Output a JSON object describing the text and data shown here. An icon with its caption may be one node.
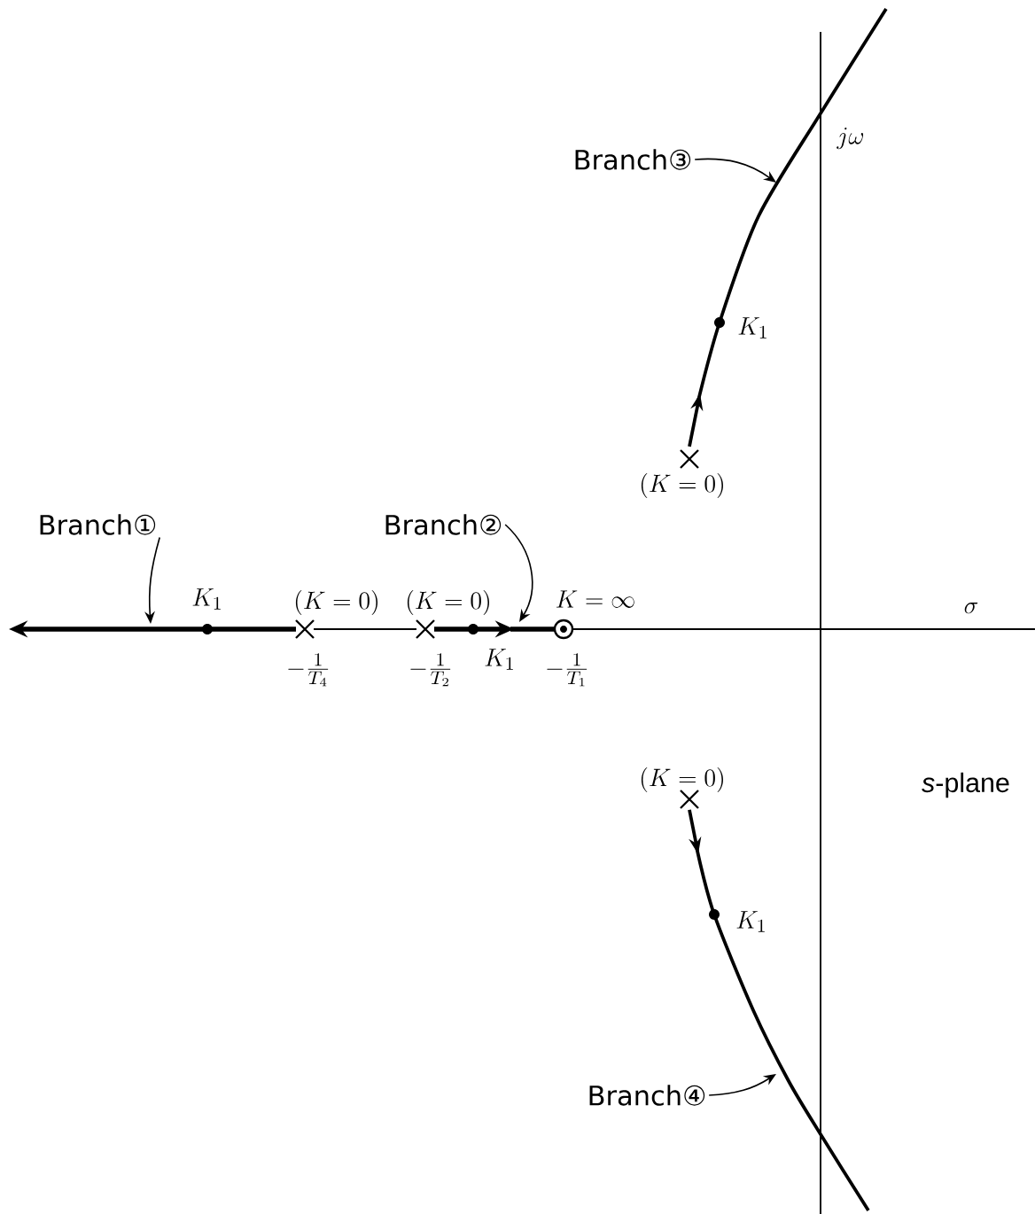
{
  "diagram": {
    "nodes": [
      {
        "text": [
          "Branch①"
        ]
      },
      {
        "text": [
          "Branch②"
        ]
      },
      {
        "text": [
          "Branch③"
        ]
      },
      {
        "text": [
          "Branch④"
        ]
      }
    ],
    "edges": [
      {
        "from": 0,
        "to": null,
        "arrow": "to"
      },
      {
        "from": 1,
        "to": null,
        "arrow": "to"
      },
      {
        "from": 2,
        "to": null,
        "arrow": "to"
      },
      {
        "from": 3,
        "to": null,
        "arrow": "to"
      }
    ],
    "labels": [
      "j\\omega",
      "K_1",
      "(K=0)",
      "K_1",
      "(K=0)",
      "(K=0)",
      "K=\\infty",
      "\\sigma",
      "-\\frac{1}{T_4}",
      "-\\frac{1}{T_2}",
      "K_1",
      "-\\frac{1}{T_1}",
      "(K=0)",
      "*s*-plane",
      "K_1"
    ]
  }
}
